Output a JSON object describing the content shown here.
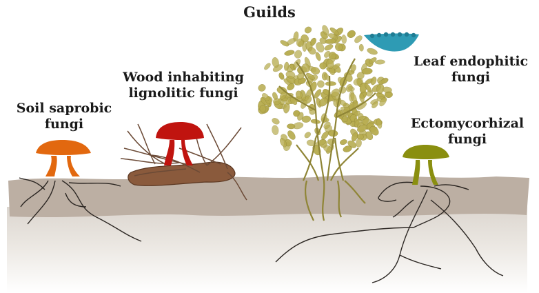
{
  "title": "Guilds",
  "guilds": [
    {
      "id": "soil",
      "lines": [
        "Soil saprobic",
        "fungi"
      ],
      "color": "#e2680f"
    },
    {
      "id": "wood",
      "lines": [
        "Wood inhabiting",
        "lignolitic fungi"
      ],
      "color": "#c0140f"
    },
    {
      "id": "leaf",
      "lines": [
        "Leaf endophitic",
        "fungi"
      ],
      "color": "#2e9bb4"
    },
    {
      "id": "ecto",
      "lines": [
        "Ectomycorhizal",
        "fungi"
      ],
      "color": "#8a8f10"
    }
  ]
}
